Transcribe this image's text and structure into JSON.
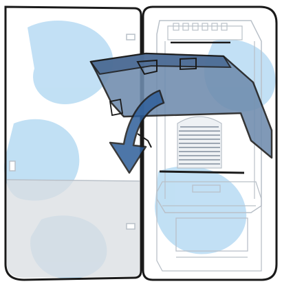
{
  "illustration": {
    "colors": {
      "outline": "#1a1a1a",
      "panel_blue": "#6f8cae",
      "panel_blue_dark": "#4a6a93",
      "arrow_blue": "#2f5f9a",
      "watermark_blue": "#8fc7ec",
      "lower_shade": "#d9dde2",
      "line_gray": "#b9c0c8"
    },
    "icons": [
      "left-door",
      "right-door",
      "hinged-panel",
      "rotation-arrow",
      "vent-grille",
      "lower-drawer",
      "watermark"
    ]
  }
}
